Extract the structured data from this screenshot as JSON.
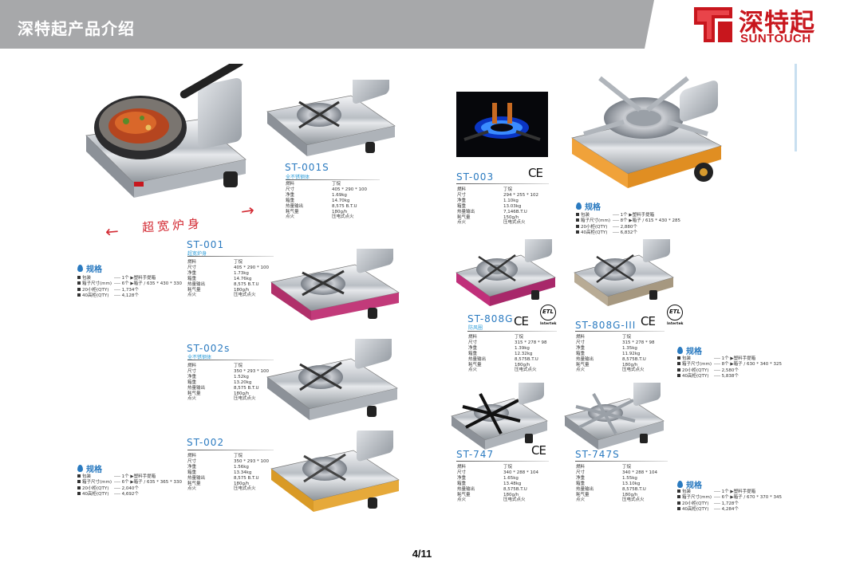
{
  "header": {
    "title": "深特起产品介绍"
  },
  "logo": {
    "cn": "深特起",
    "en": "SUNTOUCH"
  },
  "promo": "超宽炉身",
  "page": {
    "number": "4/11"
  },
  "spec_keys": {
    "fuel": "燃料",
    "size": "尺寸",
    "net": "净重",
    "box": "箱重",
    "heat": "热量输出",
    "consumption": "耗气量",
    "ignition": "点火"
  },
  "common": {
    "fuel": "丁烷",
    "ignition": "压电式点火"
  },
  "products": {
    "st001s": {
      "model": "ST-001S",
      "subtitle": "全不锈钢体",
      "size": "405 * 290 * 100",
      "net": "1.69kg",
      "box": "14.70kg",
      "heat": "8,575 B.T.U",
      "consumption": "180g/h"
    },
    "st001": {
      "model": "ST-001",
      "subtitle": "超宽炉身",
      "size": "405 * 290 * 100",
      "net": "1.73kg",
      "box": "14.76kg",
      "heat": "8,575 B.T.U",
      "consumption": "180g/h"
    },
    "st002s": {
      "model": "ST-002s",
      "subtitle": "全不锈钢体",
      "size": "350 * 293 * 100",
      "net": "1.52kg",
      "box": "13.20kg",
      "heat": "8,575 B.T.U",
      "consumption": "180g/h"
    },
    "st002": {
      "model": "ST-002",
      "size": "350 * 293 * 100",
      "net": "1.56kg",
      "box": "13.34kg",
      "heat": "8,575 B.T.U",
      "consumption": "180g/h"
    },
    "st003": {
      "model": "ST-003",
      "size": "294 * 255 * 102",
      "net": "1.10kg",
      "box": "13.03kg",
      "heat": "7,146B.T.U",
      "consumption": "150g/h"
    },
    "st808g": {
      "model": "ST-808G",
      "subtitle": "防风圈",
      "size": "315 * 278 * 98",
      "net": "1.39kg",
      "box": "12.32kg",
      "heat": "8,575B.T.U",
      "consumption": "180g/h"
    },
    "st808g3": {
      "model": "ST-808G-III",
      "size": "315 * 278 * 98",
      "net": "1.35kg",
      "box": "11.92kg",
      "heat": "8,575B.T.U",
      "consumption": "180g/h"
    },
    "st747": {
      "model": "ST-747",
      "size": "340 * 288 * 104",
      "net": "1.65kg",
      "box": "13.48kg",
      "heat": "8,575B.T.U",
      "consumption": "180g/h"
    },
    "st747s": {
      "model": "ST-747S",
      "size": "340 * 288 * 104",
      "net": "1.55kg",
      "box": "13.10kg",
      "heat": "8,575B.T.U",
      "consumption": "180g/h"
    }
  },
  "packs": {
    "title": "规格",
    "keys": {
      "pack": "包装",
      "carton": "箱子尺寸(mm)",
      "c20": "20小柜(QTY)",
      "c40": "40高柜(QTY)"
    },
    "p1": {
      "pack": "---- 1个 ▶塑料手提箱",
      "carton": "---- 6个 ▶箱子 / 635 * 430 * 330",
      "c20": "---- 1,734个",
      "c40": "---- 4,128个"
    },
    "p2": {
      "pack": "---- 1个 ▶塑料手提箱",
      "carton": "---- 6个 ▶箱子 / 635 * 365 * 330",
      "c20": "---- 2,040个",
      "c40": "---- 4,692个"
    },
    "p3": {
      "pack": "---- 1个 ▶塑料手提箱",
      "carton": "---- 8个 ▶箱子 / 615 * 430 * 285",
      "c20": "---- 2,880个",
      "c40": "---- 6,832个"
    },
    "p4": {
      "pack": "---- 1个 ▶塑料手提箱",
      "carton": "---- 8个 ▶箱子 / 630 * 340 * 325",
      "c20": "---- 2,580个",
      "c40": "---- 5,838个"
    },
    "p5": {
      "pack": "---- 1个 ▶塑料手提箱",
      "carton": "---- 6个 ▶箱子 / 670 * 370 * 345",
      "c20": "---- 1,728个",
      "c40": "---- 4,284个"
    }
  },
  "marks": {
    "ce": "CE",
    "etl": "ETL",
    "intertek": "Intertek"
  },
  "colors": {
    "accent_blue": "#2a7ac0",
    "brand_red": "#c8161d",
    "header_gray": "#a7a8aa"
  },
  "icons": {
    "stove": "gas-stove-icon",
    "drop": "water-drop-icon"
  }
}
